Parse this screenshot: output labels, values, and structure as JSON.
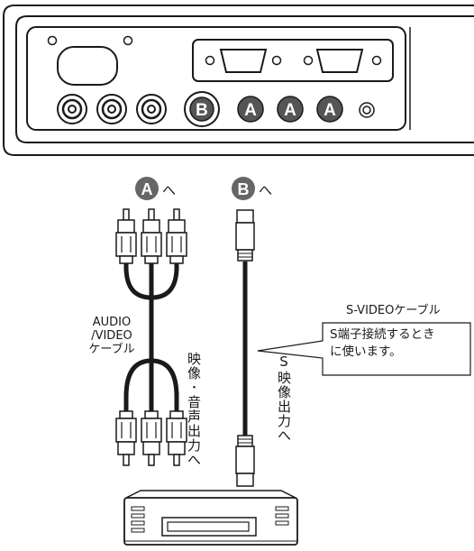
{
  "panel": {
    "port_b_letter": "B",
    "port_a_letter": "A"
  },
  "markers": {
    "a_letter": "A",
    "b_letter": "B",
    "arrow_text": "へ"
  },
  "labels": {
    "audio_video_cable": [
      "AUDIO",
      "/VIDEO",
      "ケーブル"
    ],
    "av_output": "映像･音声出力へ",
    "s_output": "S映像出力へ",
    "s_video_cable": "S-VIDEOケーブル",
    "callout_lines": [
      "S端子接続するとき",
      "に使います。"
    ]
  }
}
